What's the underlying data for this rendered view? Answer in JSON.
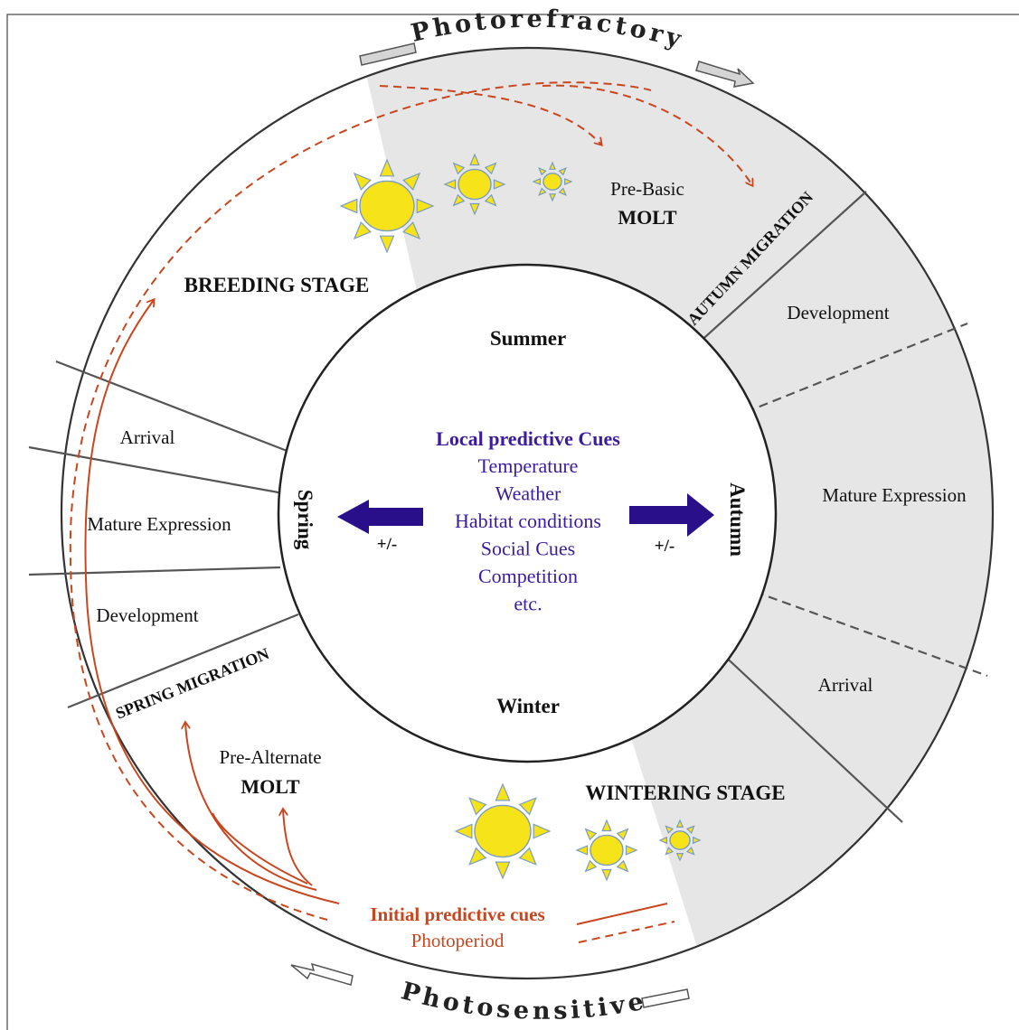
{
  "arcs": {
    "photorefractory": "Photorefractory",
    "photosensitive": "Photosensitive"
  },
  "seasons": {
    "summer": "Summer",
    "winter": "Winter",
    "spring": "Spring",
    "autumn": "Autumn"
  },
  "center": {
    "heading": "Local predictive Cues",
    "items": [
      "Temperature",
      "Weather",
      "Habitat conditions",
      "Social Cues",
      "Competition",
      "etc."
    ],
    "left_sign": "+/-",
    "right_sign": "+/-"
  },
  "stages": {
    "breeding": "BREEDING STAGE",
    "wintering": "WINTERING STAGE",
    "autumn_migration": "AUTUMN MIGRATION",
    "spring_migration": "SPRING MIGRATION"
  },
  "molt": {
    "prebasic_line1": "Pre-Basic",
    "prebasic_line2": "MOLT",
    "prealternate_line1": "Pre-Alternate",
    "prealternate_line2": "MOLT"
  },
  "left_sectors": {
    "arrival": "Arrival",
    "mature": "Mature Expression",
    "development": "Development"
  },
  "right_sectors": {
    "development": "Development",
    "mature": "Mature Expression",
    "arrival": "Arrival"
  },
  "cues": {
    "initial": "Initial predictive cues",
    "photoperiod": "Photoperiod"
  },
  "colors": {
    "cue_red": "#c9461e",
    "local_cue_purple": "#3b1c9e",
    "arrow_purple": "#2a0f8a",
    "shade": "#e6e6e6",
    "sun_yellow": "#f6e31a"
  }
}
